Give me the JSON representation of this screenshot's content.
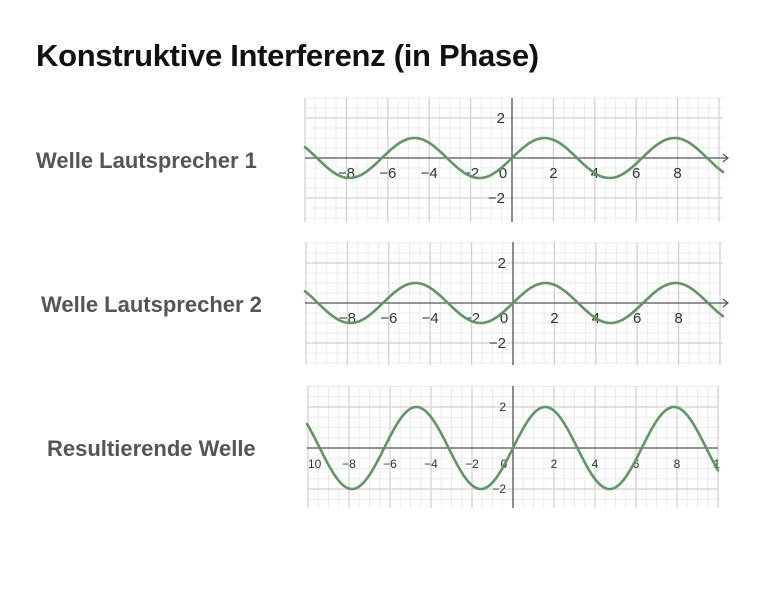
{
  "title": "Konstruktive Interferenz (in Phase)",
  "colors": {
    "curve": "#5b9a5c",
    "axis": "#555555",
    "grid_major": "#d0d0d0",
    "grid_minor": "#ececec",
    "label": "#555555",
    "title": "#111111"
  },
  "rows": [
    {
      "label": "Welle Lautsprecher 1"
    },
    {
      "label": "Welle Lautsprecher 2"
    },
    {
      "label": "Resultierende Welle"
    }
  ],
  "chart_data": [
    {
      "type": "line",
      "title": "Welle Lautsprecher 1",
      "function": "y = sin(x)",
      "amplitude": 1,
      "xlim": [
        -9.8,
        10
      ],
      "ylim": [
        -3,
        3
      ],
      "x_ticks": [
        -8,
        -6,
        -4,
        -2,
        0,
        2,
        4,
        6,
        8
      ],
      "y_ticks": [
        -2,
        2
      ],
      "x_tick_labels": [
        "−8",
        "−6",
        "−4",
        "−2",
        "0",
        "2",
        "4",
        "6",
        "8"
      ],
      "y_tick_labels": [
        "−2",
        "2"
      ],
      "grid": true,
      "x_axis_arrow": true,
      "series": [
        {
          "name": "Welle Lautsprecher 1",
          "x": [
            -9.42,
            -7.85,
            -6.28,
            -4.71,
            -3.14,
            -1.57,
            0,
            1.57,
            3.14,
            4.71,
            6.28,
            7.85,
            9.42
          ],
          "y": [
            0,
            -1,
            0,
            1,
            0,
            -1,
            0,
            1,
            0,
            -1,
            0,
            1,
            0
          ]
        }
      ]
    },
    {
      "type": "line",
      "title": "Welle Lautsprecher 2",
      "function": "y = sin(x)",
      "amplitude": 1,
      "xlim": [
        -9.8,
        10
      ],
      "ylim": [
        -3,
        3
      ],
      "x_ticks": [
        -8,
        -6,
        -4,
        -2,
        0,
        2,
        4,
        6,
        8
      ],
      "y_ticks": [
        -2,
        2
      ],
      "x_tick_labels": [
        "−8",
        "−6",
        "−4",
        "−2",
        "0",
        "2",
        "4",
        "6",
        "8"
      ],
      "y_tick_labels": [
        "−2",
        "2"
      ],
      "grid": true,
      "x_axis_arrow": true,
      "series": [
        {
          "name": "Welle Lautsprecher 2",
          "x": [
            -9.42,
            -7.85,
            -6.28,
            -4.71,
            -3.14,
            -1.57,
            0,
            1.57,
            3.14,
            4.71,
            6.28,
            7.85,
            9.42
          ],
          "y": [
            0,
            -1,
            0,
            1,
            0,
            -1,
            0,
            1,
            0,
            -1,
            0,
            1,
            0
          ]
        }
      ]
    },
    {
      "type": "line",
      "title": "Resultierende Welle",
      "function": "y = 2 sin(x)",
      "amplitude": 2,
      "xlim": [
        -10,
        10
      ],
      "ylim": [
        -3,
        3
      ],
      "x_ticks": [
        -10,
        -8,
        -6,
        -4,
        -2,
        0,
        2,
        4,
        6,
        8,
        10
      ],
      "y_ticks": [
        -2,
        2
      ],
      "x_tick_labels": [
        "10",
        "−8",
        "−6",
        "−4",
        "−2",
        "0",
        "2",
        "4",
        "6",
        "8",
        "1"
      ],
      "y_tick_labels": [
        "−2",
        "2"
      ],
      "grid": true,
      "x_axis_arrow": false,
      "series": [
        {
          "name": "Resultierende Welle",
          "x": [
            -9.42,
            -7.85,
            -6.28,
            -4.71,
            -3.14,
            -1.57,
            0,
            1.57,
            3.14,
            4.71,
            6.28,
            7.85,
            9.42
          ],
          "y": [
            0,
            -2,
            0,
            2,
            0,
            -2,
            0,
            2,
            0,
            -2,
            0,
            2,
            0
          ]
        }
      ]
    }
  ]
}
